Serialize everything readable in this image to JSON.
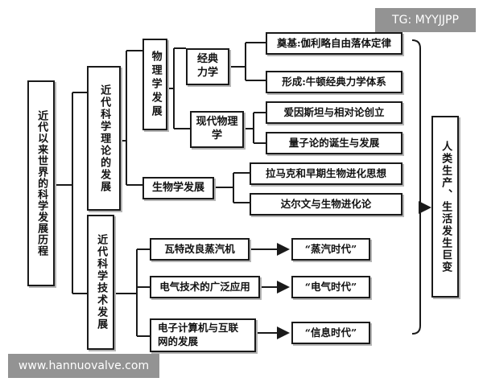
{
  "root": "近代以来世界的科学发展历程",
  "branches": {
    "science_theory": "近代科学理论的发展",
    "physics": "物理学发展",
    "classical": "经典力学",
    "foundation": "奠基:伽利略自由落体定律",
    "formation": "形成:牛顿经典力学体系",
    "modern": "现代物理学",
    "relativity": "爱因斯坦与相对论创立",
    "quantum": "量子论的诞生与发展",
    "biology": "生物学发展",
    "lamarck": "拉马克和早期生物进化思想",
    "darwin": "达尔文与生物进化论",
    "technology": "近代科学技术发展",
    "steam_engine": "瓦特改良蒸汽机",
    "steam_age": "“蒸汽时代”",
    "electric_tech": "电气技术的广泛应用",
    "electric_age": "“电气时代”",
    "computer": "电子计算机与互联网的发展",
    "info_age": "“信息时代”"
  },
  "result": "人类生产、生活发生巨变",
  "watermarks": {
    "top": "TG: MYYJJPP",
    "bottom": "www.hannuovalve.com"
  }
}
